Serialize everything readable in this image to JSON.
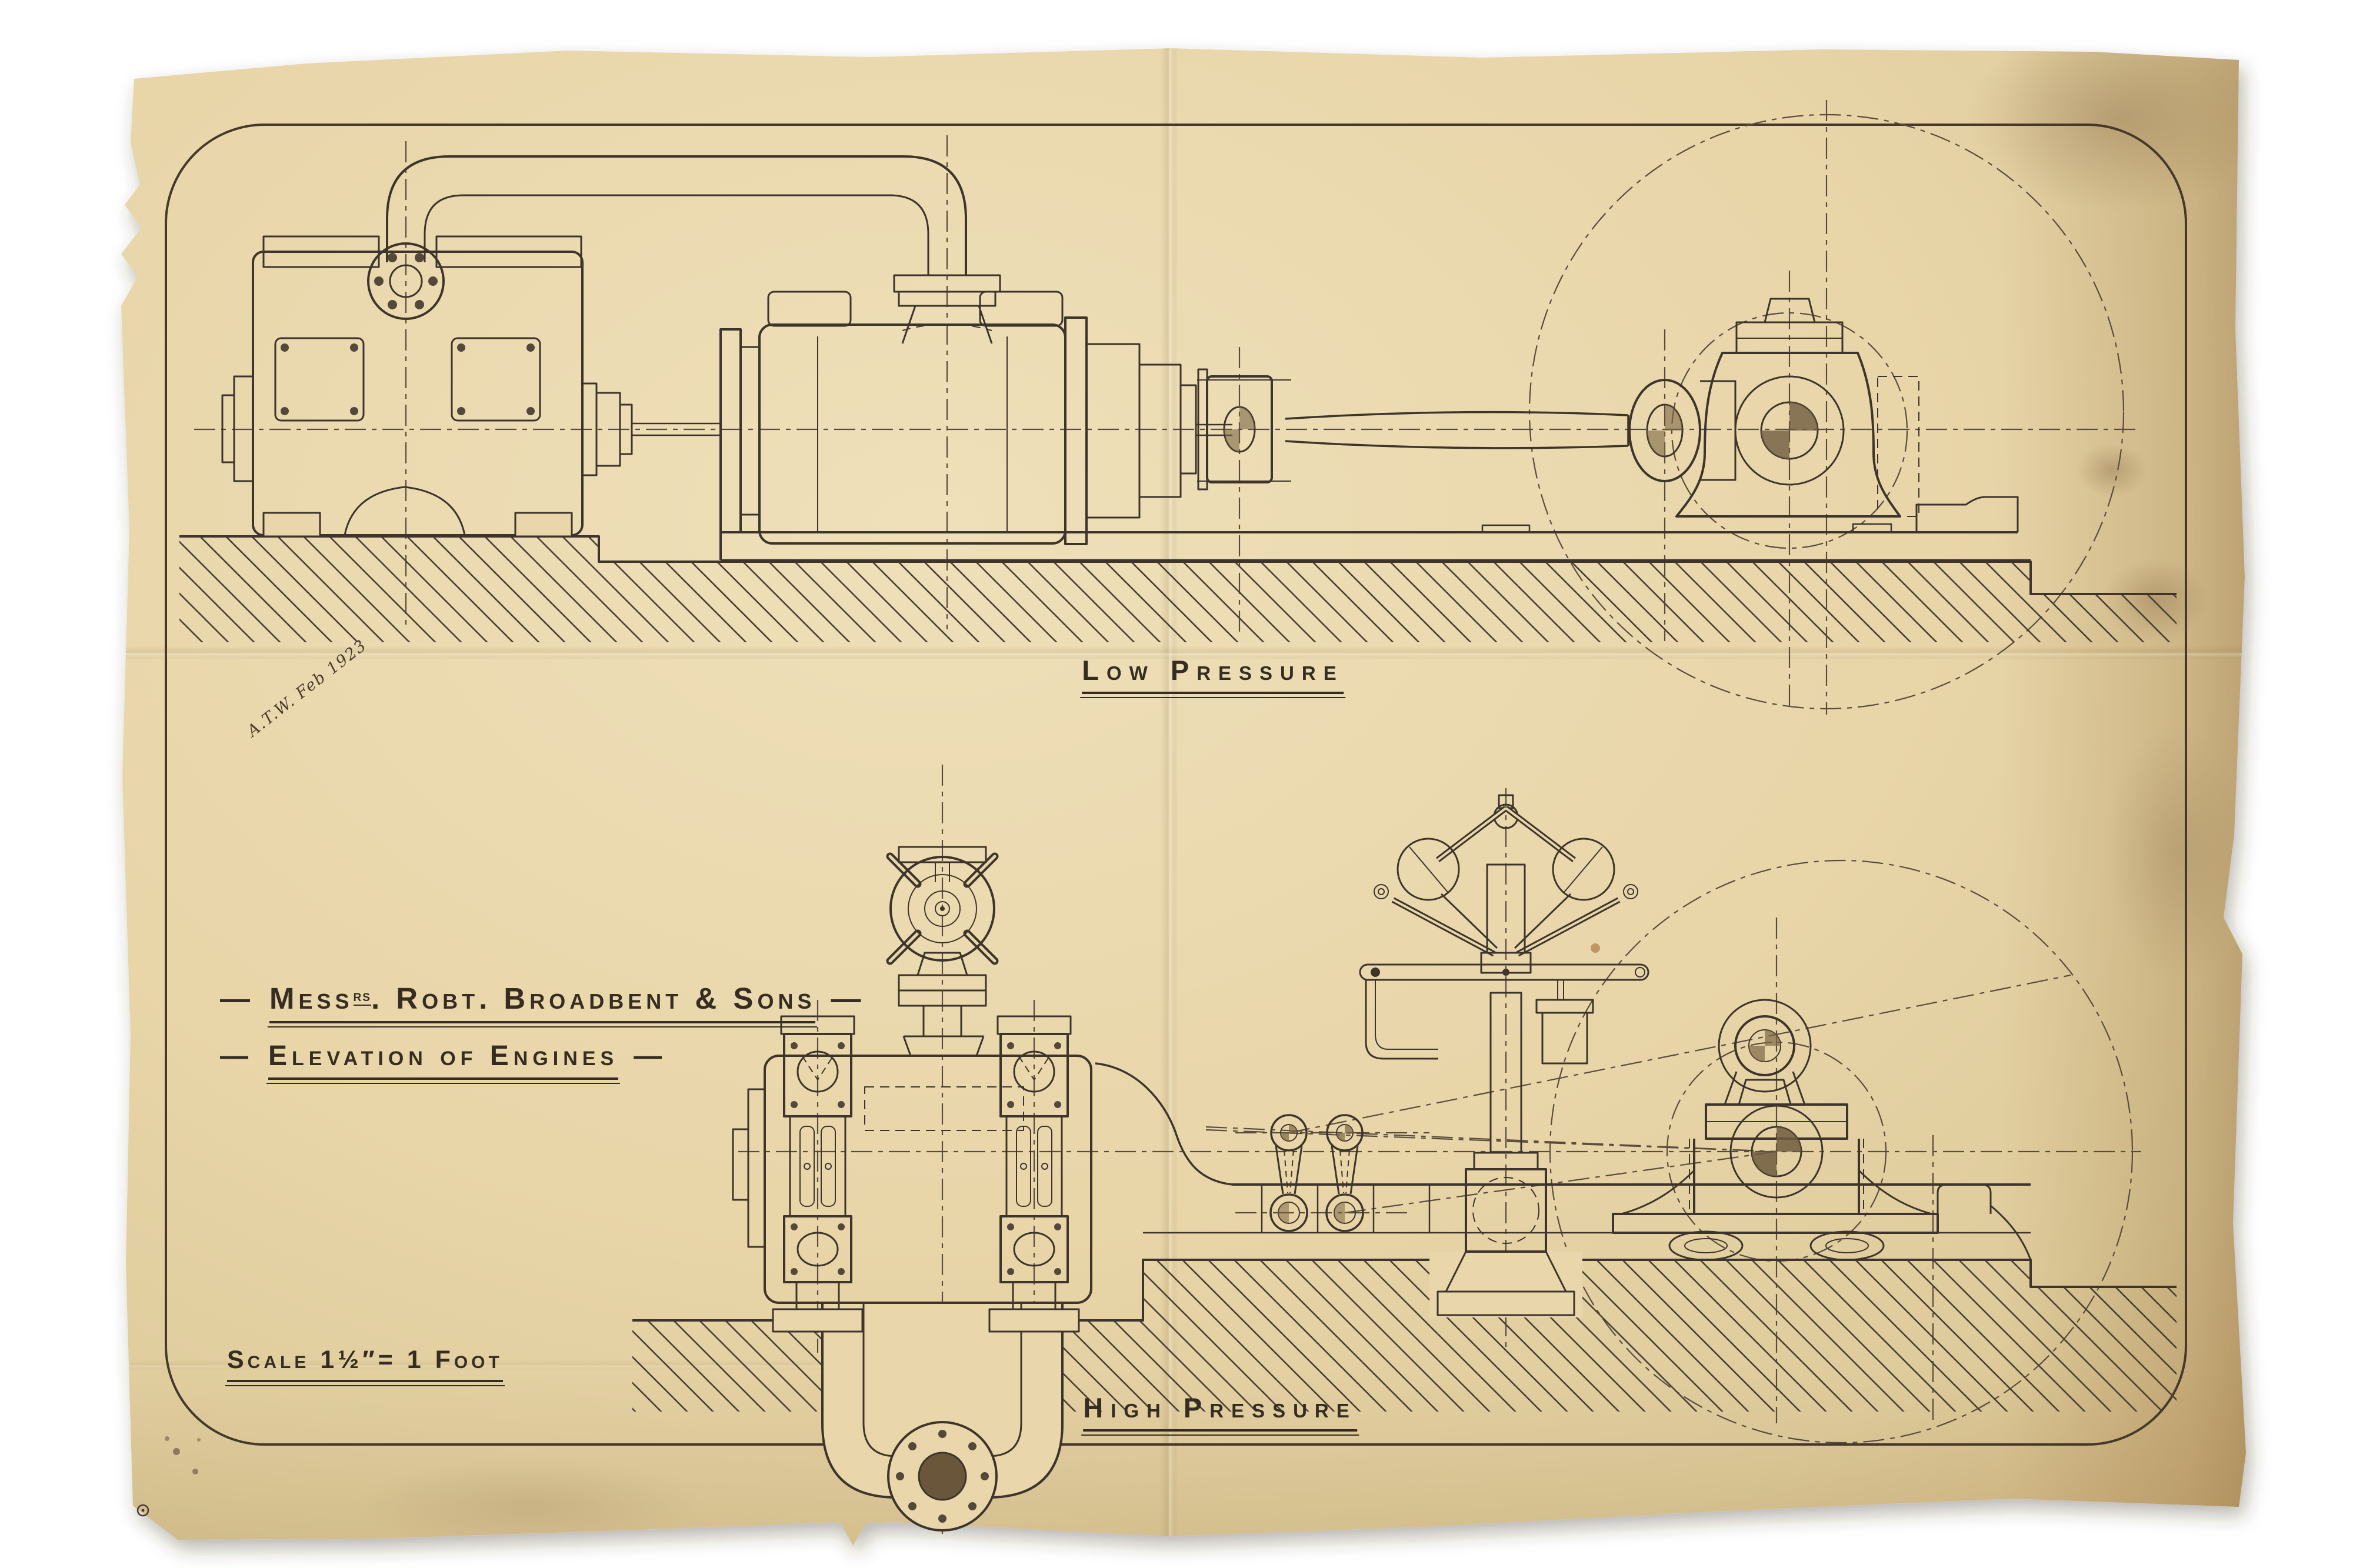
{
  "scene": {
    "kind": "photograph of an aged engineering drawing sheet",
    "background_color": "#ffffff",
    "paper_color": "#e8d5aa",
    "ink_color": "#3e342b"
  },
  "sheet": {
    "labels": {
      "low_pressure": "Low Pressure",
      "high_pressure": "High Pressure"
    },
    "title": {
      "dash": "—",
      "line1": {
        "t1": "Mess",
        "sup": "rs",
        "t2": ". Robt. Broadbent & Sons"
      },
      "line2": "Elevation of Engines"
    },
    "scale_note": "Scale 1½″= 1 Foot",
    "signature": "A.T.W. Feb 1923",
    "views": [
      {
        "name": "Low pressure engine elevation"
      },
      {
        "name": "High pressure engine elevation"
      }
    ]
  }
}
